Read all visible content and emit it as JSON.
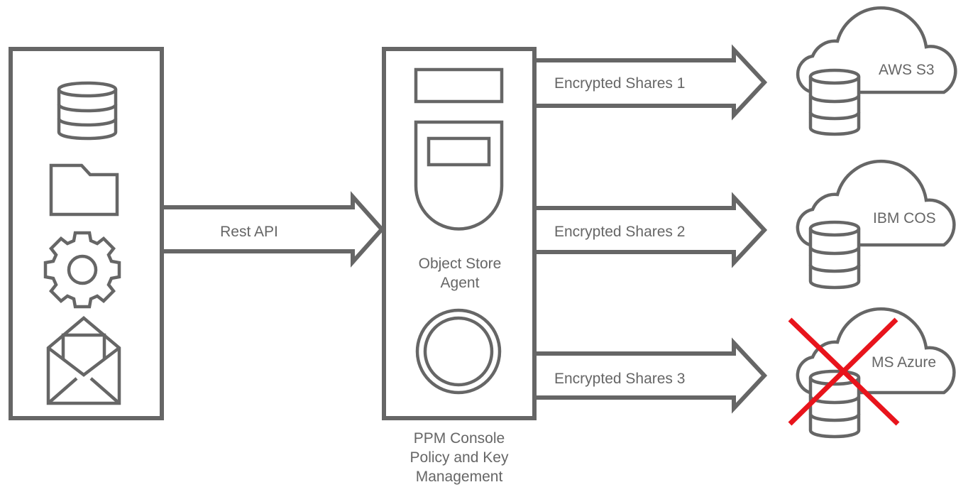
{
  "labels": {
    "rest_api": "Rest API",
    "agent_line1": "Object Store",
    "agent_line2": "Agent",
    "console_line1": "PPM Console",
    "console_line2": "Policy and Key",
    "console_line3": "Management"
  },
  "shares": [
    {
      "label": "Encrypted Shares 1",
      "cloud": "AWS S3",
      "failed": false
    },
    {
      "label": "Encrypted Shares 2",
      "cloud": "IBM COS",
      "failed": false
    },
    {
      "label": "Encrypted Shares 3",
      "cloud": "MS Azure",
      "failed": true
    }
  ],
  "client_icons": [
    "database-icon",
    "folder-icon",
    "gear-icon",
    "envelope-icon"
  ],
  "colors": {
    "line": "#666666",
    "text": "#666666",
    "failure": "#e8141c",
    "background": "#ffffff"
  }
}
